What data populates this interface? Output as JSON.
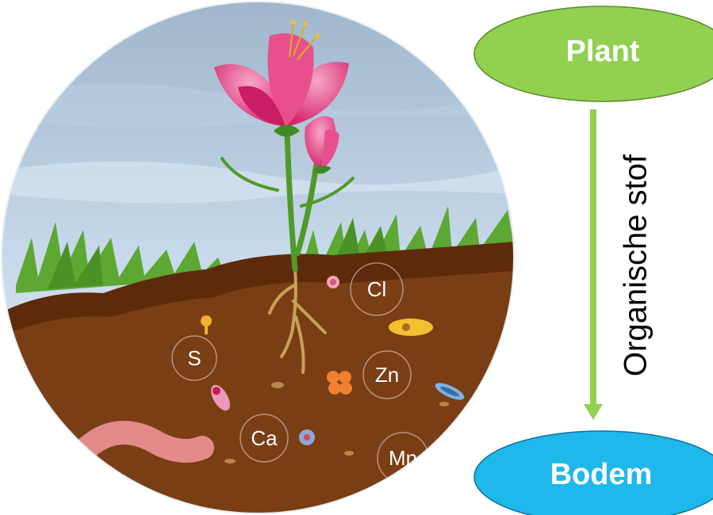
{
  "nodes": {
    "top": {
      "label": "Plant",
      "color": "#92d050"
    },
    "bottom": {
      "label": "Bodem",
      "color": "#1eb8ea"
    }
  },
  "arrow": {
    "label": "Organische stof",
    "color": "#92d050"
  },
  "soil_elements": [
    "Cl",
    "S",
    "Zn",
    "Ca",
    "Mn"
  ],
  "colors": {
    "sky": "#cfe0f0",
    "soil": "#7a3e14",
    "topsoil": "#5e2a0c",
    "grass": "#5ca832",
    "petal": "#e0407e"
  }
}
